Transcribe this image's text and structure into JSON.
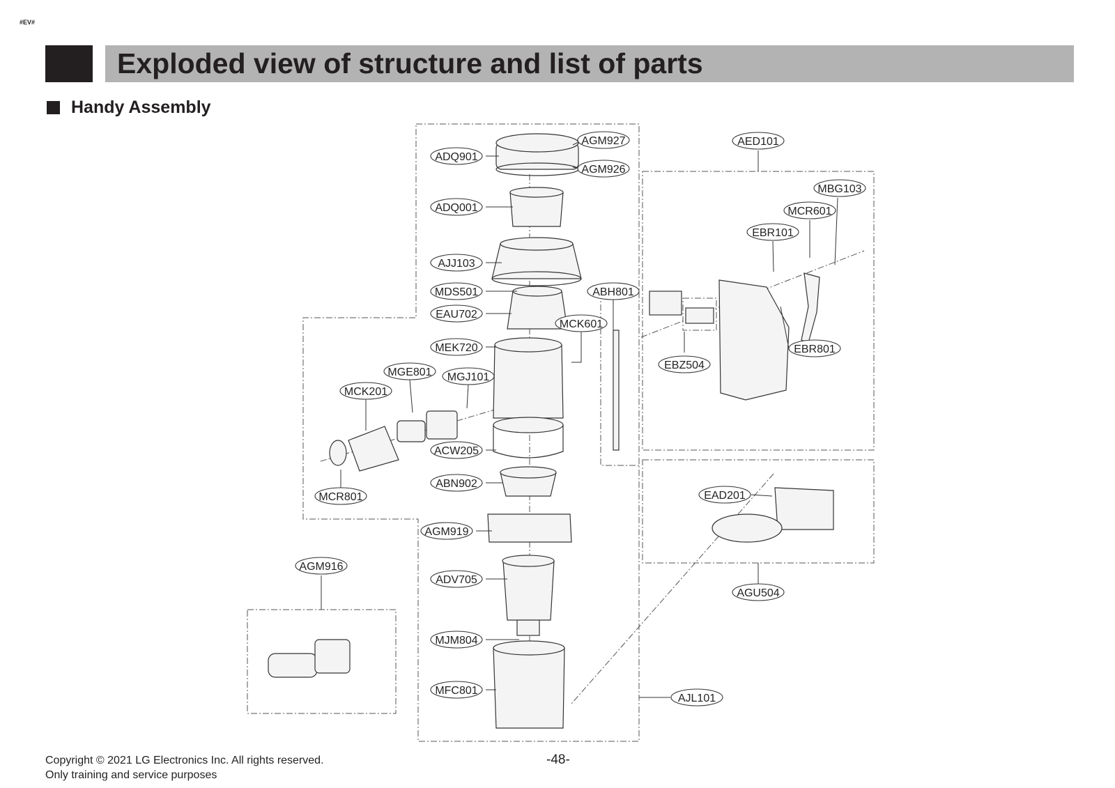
{
  "header": {
    "tag": "#EV#",
    "title": "Exploded view of structure and list of parts",
    "section": "Handy Assembly"
  },
  "parts": [
    "AGM927",
    "ADQ901",
    "AGM926",
    "ADQ001",
    "AJJ103",
    "MDS501",
    "EAU702",
    "MEK720",
    "MCK601",
    "ABH801",
    "MGE801",
    "MGJ101",
    "MCK201",
    "ACW205",
    "ABN902",
    "MCR801",
    "AGM919",
    "AGM916",
    "ADV705",
    "MJM804",
    "MFC801",
    "AJL101",
    "AED101",
    "MBG103",
    "MCR601",
    "EBR101",
    "EBR801",
    "EBZ504",
    "EAD201",
    "AGU504"
  ],
  "footer": {
    "copyright": "Copyright © 2021 LG Electronics Inc. All rights reserved.",
    "note": "Only training and service purposes",
    "page": "-48-"
  }
}
